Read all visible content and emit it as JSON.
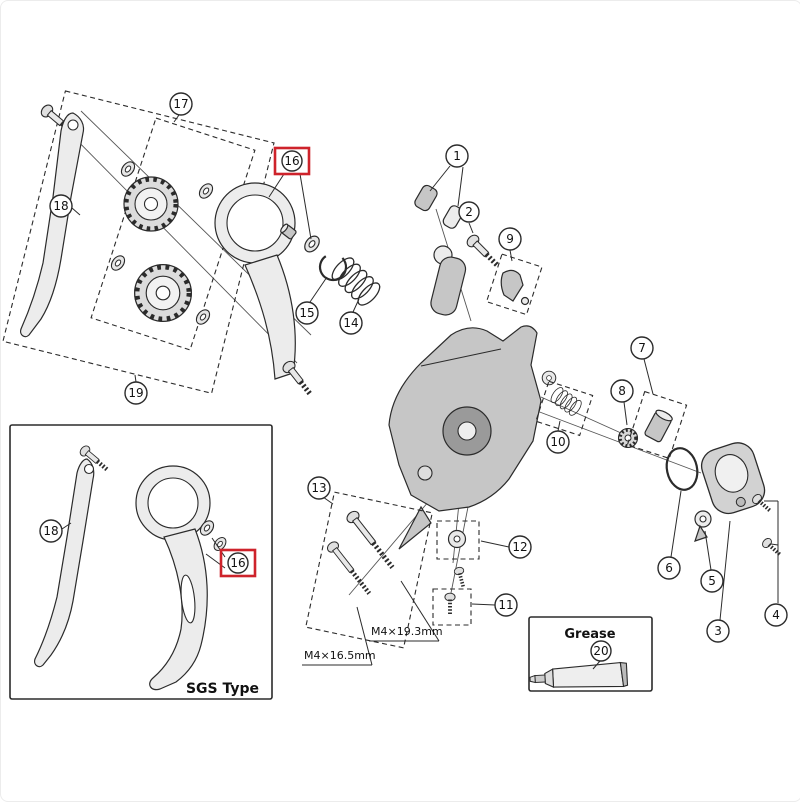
{
  "page": {
    "background": "#ffffff",
    "border_color": "#ececec"
  },
  "diagram": {
    "type": "exploded-parts-diagram",
    "description": "Rear derailleur exploded parts view with numbered callouts",
    "colors": {
      "line": "#2b2b2b",
      "highlight": "#ce232b",
      "part_light": "#ececec",
      "part_mid": "#c6c6c6",
      "part_dark": "#9a9a9a"
    },
    "callouts": {
      "n1": "1",
      "n2": "2",
      "n3": "3",
      "n4": "4",
      "n5": "5",
      "n6": "6",
      "n7": "7",
      "n8": "8",
      "n9": "9",
      "n10": "10",
      "n11": "11",
      "n12": "12",
      "n13": "13",
      "n14": "14",
      "n15": "15",
      "n16": "16",
      "n17": "17",
      "n18": "18",
      "n19": "19",
      "n20": "20"
    },
    "highlighted_callout": "16",
    "boxes": {
      "sgs_label": "SGS Type",
      "grease_label": "Grease"
    },
    "dimensions": {
      "bolt_long": "M4×19.3mm",
      "bolt_short": "M4×16.5mm"
    }
  }
}
